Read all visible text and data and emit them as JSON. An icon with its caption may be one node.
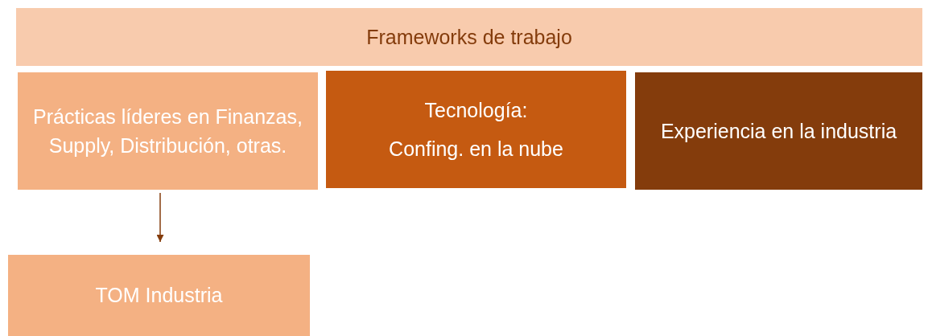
{
  "diagram": {
    "nodes": [
      {
        "text": [
          "Frameworks de trabajo"
        ]
      },
      {
        "text": [
          "Prácticas líderes en Finanzas, Supply, Distribución, otras."
        ]
      },
      {
        "text": [
          "Tecnología:",
          "Confing. en la nube"
        ]
      },
      {
        "text": [
          "Experiencia en la industria"
        ]
      },
      {
        "text": [
          "TOM Industria"
        ]
      }
    ],
    "edges": [
      {
        "from": 1,
        "to": 4,
        "arrow": "to"
      }
    ]
  }
}
